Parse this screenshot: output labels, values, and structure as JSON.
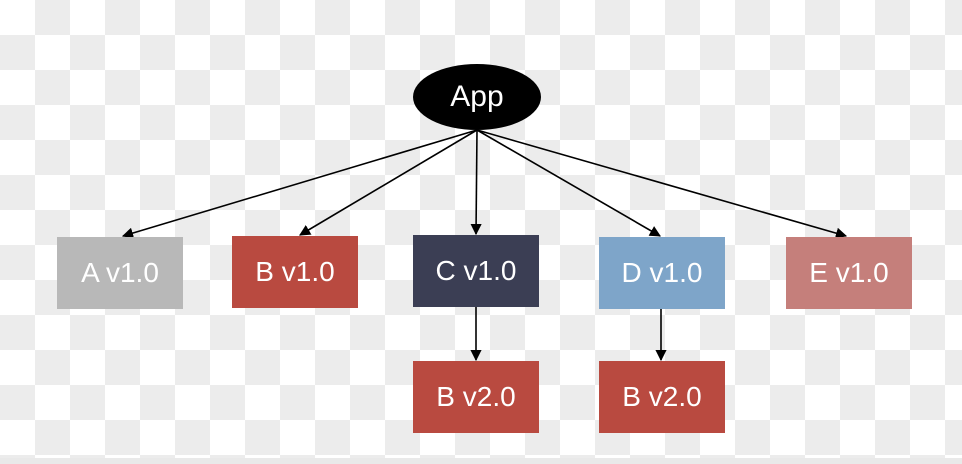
{
  "diagram": {
    "root": {
      "label": "App",
      "color": "#000000"
    },
    "nodes": {
      "a_v1": {
        "label": "A v1.0",
        "color": "#b8b8b8"
      },
      "b_v1": {
        "label": "B v1.0",
        "color": "#b94a40"
      },
      "c_v1": {
        "label": "C v1.0",
        "color": "#3b3e54"
      },
      "d_v1": {
        "label": "D v1.0",
        "color": "#7ea5c9"
      },
      "e_v1": {
        "label": "E v1.0",
        "color": "#c57f7b"
      },
      "b_v2_under_c": {
        "label": "B v2.0",
        "color": "#b94a40"
      },
      "b_v2_under_d": {
        "label": "B v2.0",
        "color": "#b94a40"
      }
    },
    "edges": [
      {
        "from": "App",
        "to": "A v1.0"
      },
      {
        "from": "App",
        "to": "B v1.0"
      },
      {
        "from": "App",
        "to": "C v1.0"
      },
      {
        "from": "App",
        "to": "D v1.0"
      },
      {
        "from": "App",
        "to": "E v1.0"
      },
      {
        "from": "C v1.0",
        "to": "B v2.0"
      },
      {
        "from": "D v1.0",
        "to": "B v2.0"
      }
    ]
  }
}
